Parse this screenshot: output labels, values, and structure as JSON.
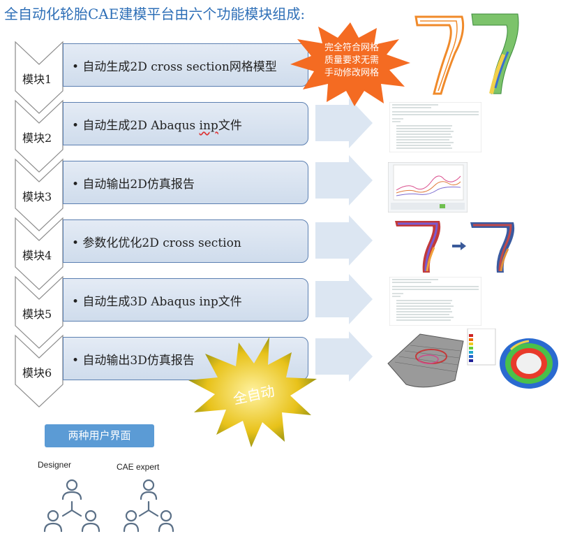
{
  "title": "全自动化轮胎CAE建模平台由六个功能模块组成:",
  "modules": [
    {
      "label": "模块1",
      "text": "• 自动生成2D cross section网格模型"
    },
    {
      "label": "模块2",
      "text_pre": "• 自动生成2D Abaqus ",
      "text_wavy": "inp",
      "text_post": "文件"
    },
    {
      "label": "模块3",
      "text": "• 自动输出2D仿真报告"
    },
    {
      "label": "模块4",
      "text": "• 参数化优化2D cross section"
    },
    {
      "label": "模块5",
      "text": "• 自动生成3D Abaqus inp文件"
    },
    {
      "label": "模块6",
      "text": "• 自动输出3D仿真报告"
    }
  ],
  "burst_top": {
    "line1": "完全符合网格",
    "line2": "质量要求无需",
    "line3": "手动修改网格"
  },
  "burst_bottom": {
    "text": "全自动"
  },
  "ui_box": {
    "label": "两种用户界面"
  },
  "users": {
    "designer": "Designer",
    "expert": "CAE expert"
  },
  "colors": {
    "title": "#2e6fb7",
    "module_border": "#5b7fb1",
    "arrow": "#dce6f2",
    "burst_top": "#f46b22",
    "burst_bottom": "#e8c21a",
    "ui_box": "#5b9bd5"
  }
}
